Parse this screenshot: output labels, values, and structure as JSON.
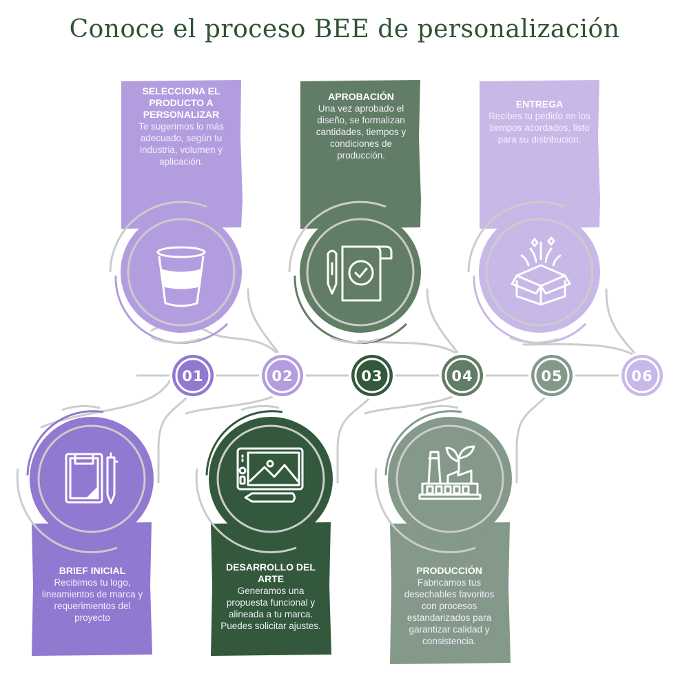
{
  "title": "Conoce el proceso BEE de personalización",
  "colors": {
    "title": "#2f5234",
    "purple_dark": "#9178d1",
    "purple_mid": "#b39ddf",
    "purple_light": "#c8b8e8",
    "green_dark": "#33583c",
    "green_mid": "#617d65",
    "green_light": "#84998a",
    "connector": "#cccccc"
  },
  "steps": [
    {
      "number": "01",
      "heading": "BRIEF INICIAL",
      "description": "Recibimos tu logo, lineamientos de marca y requerimientos del proyecto",
      "icon": "clipboard-pen-icon",
      "color": "#9178d1",
      "position": "bottom"
    },
    {
      "number": "02",
      "heading": "SELECCIONA EL PRODUCTO A PERSONALIZAR",
      "description": "Te sugerimos lo más adecuado, según tu industria, volumen y aplicación.",
      "icon": "cup-icon",
      "color": "#b39ddf",
      "position": "top"
    },
    {
      "number": "03",
      "heading": "DESARROLLO DEL ARTE",
      "description": "Generamos una propuesta funcional y alineada a tu marca. Puedes solicitar ajustes.",
      "icon": "drawing-tablet-icon",
      "color": "#33583c",
      "position": "bottom"
    },
    {
      "number": "04",
      "heading": "APROBACIÓN",
      "description": "Una vez aprobado el diseño, se formalizan cantidades, tiempos y condiciones de producción.",
      "icon": "approved-document-icon",
      "color": "#617d65",
      "position": "top"
    },
    {
      "number": "05",
      "heading": "PRODUCCIÓN",
      "description": "Fabricamos tus desechables favoritos con procesos estandarizados para garantizar calidad y consistencia.",
      "icon": "eco-factory-icon",
      "color": "#84998a",
      "position": "bottom"
    },
    {
      "number": "06",
      "heading": "ENTREGA",
      "description": "Recibes tu pedido en los tiempos acordados, listo para su distribución.",
      "icon": "gift-box-icon",
      "color": "#c8b8e8",
      "position": "top"
    }
  ]
}
